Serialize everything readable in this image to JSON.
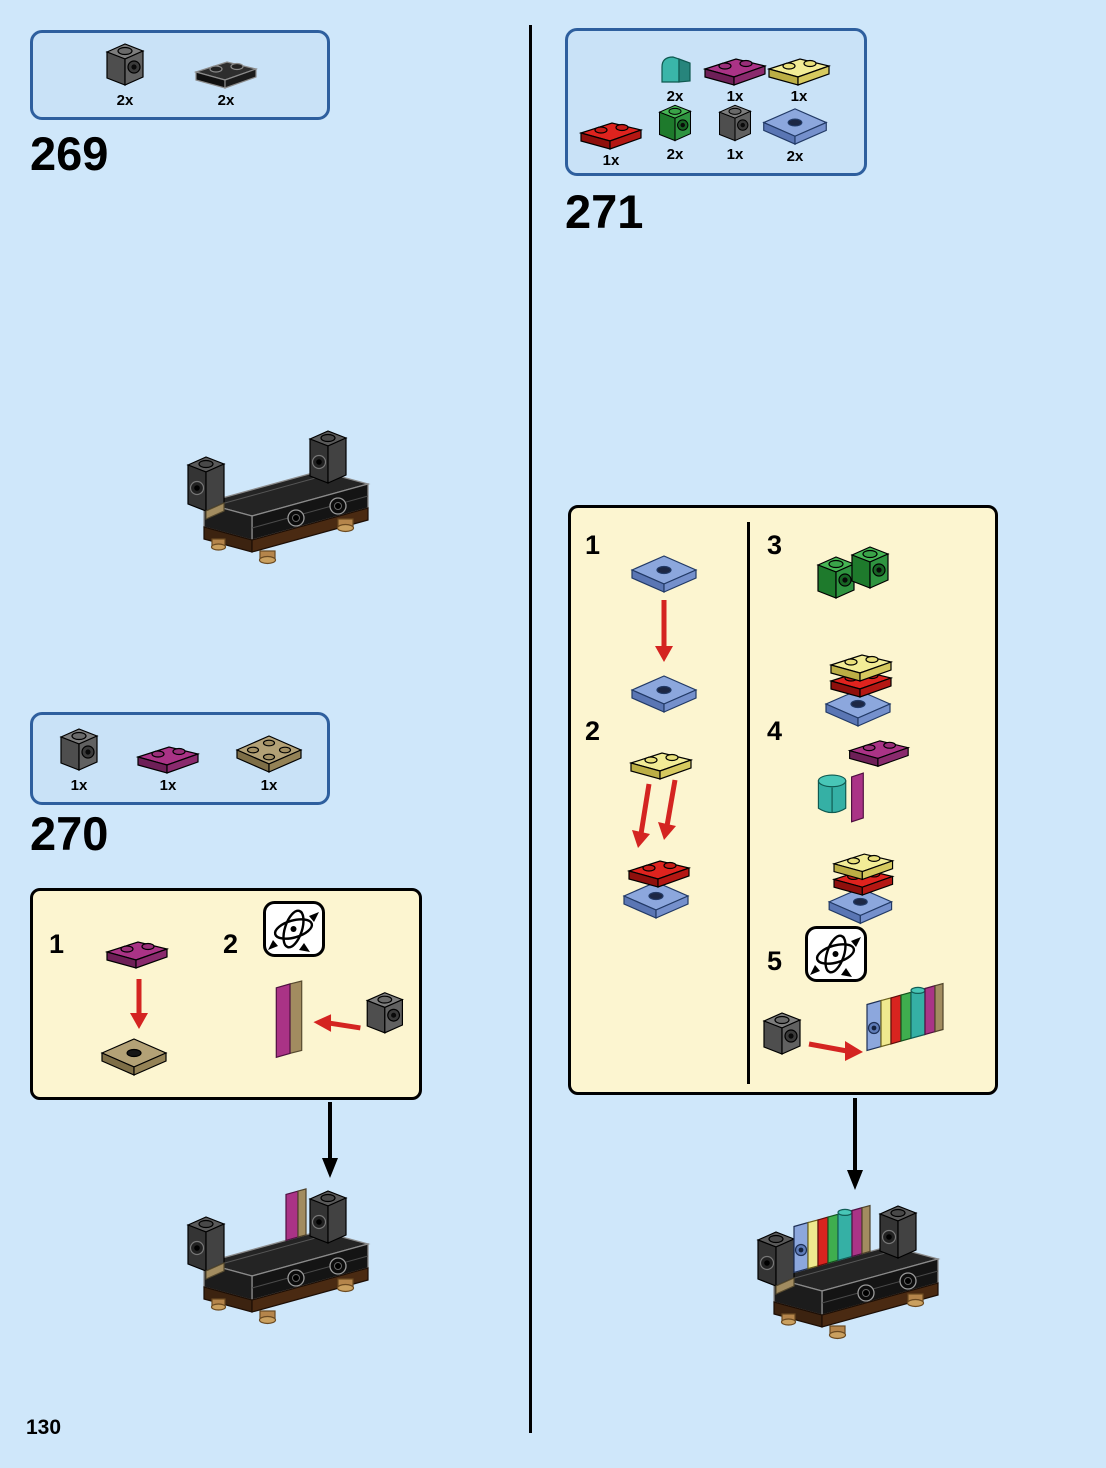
{
  "page_number": "130",
  "colors": {
    "background": "#cfe7fa",
    "parts_box_fill": "#c9e2f7",
    "parts_box_border": "#2e5f9e",
    "instruction_box_fill": "#fcf5d0",
    "instruction_box_border": "#000000",
    "arrow_red": "#d42421",
    "arrow_black": "#000000"
  },
  "icons": {
    "rotate": "rotate-model-icon"
  },
  "sections": {
    "step269": {
      "number": "269",
      "parts": [
        {
          "name": "dark-gray-brick-1x1-side-stud",
          "count": "2x"
        },
        {
          "name": "black-plate-1x2",
          "count": "2x"
        }
      ]
    },
    "step270": {
      "number": "270",
      "parts": [
        {
          "name": "dark-gray-brick-1x1-side-stud",
          "count": "1x"
        },
        {
          "name": "magenta-plate-1x2",
          "count": "1x"
        },
        {
          "name": "dark-tan-plate-2x2",
          "count": "1x"
        }
      ],
      "substeps": [
        {
          "label": "1"
        },
        {
          "label": "2"
        }
      ]
    },
    "step271": {
      "number": "271",
      "parts_row1": [
        {
          "name": "teal-curved-slope-1x1",
          "count": "2x"
        },
        {
          "name": "magenta-plate-1x2",
          "count": "1x"
        },
        {
          "name": "yellow-plate-1x2",
          "count": "1x"
        }
      ],
      "parts_row2": [
        {
          "name": "red-plate-1x2",
          "count": "1x"
        },
        {
          "name": "green-brick-1x1-side-stud",
          "count": "2x"
        },
        {
          "name": "dark-gray-brick-1x1-side-stud",
          "count": "1x"
        },
        {
          "name": "blue-plate-2x2",
          "count": "2x"
        }
      ],
      "substeps": [
        {
          "label": "1"
        },
        {
          "label": "2"
        },
        {
          "label": "3"
        },
        {
          "label": "4"
        },
        {
          "label": "5"
        }
      ]
    }
  }
}
